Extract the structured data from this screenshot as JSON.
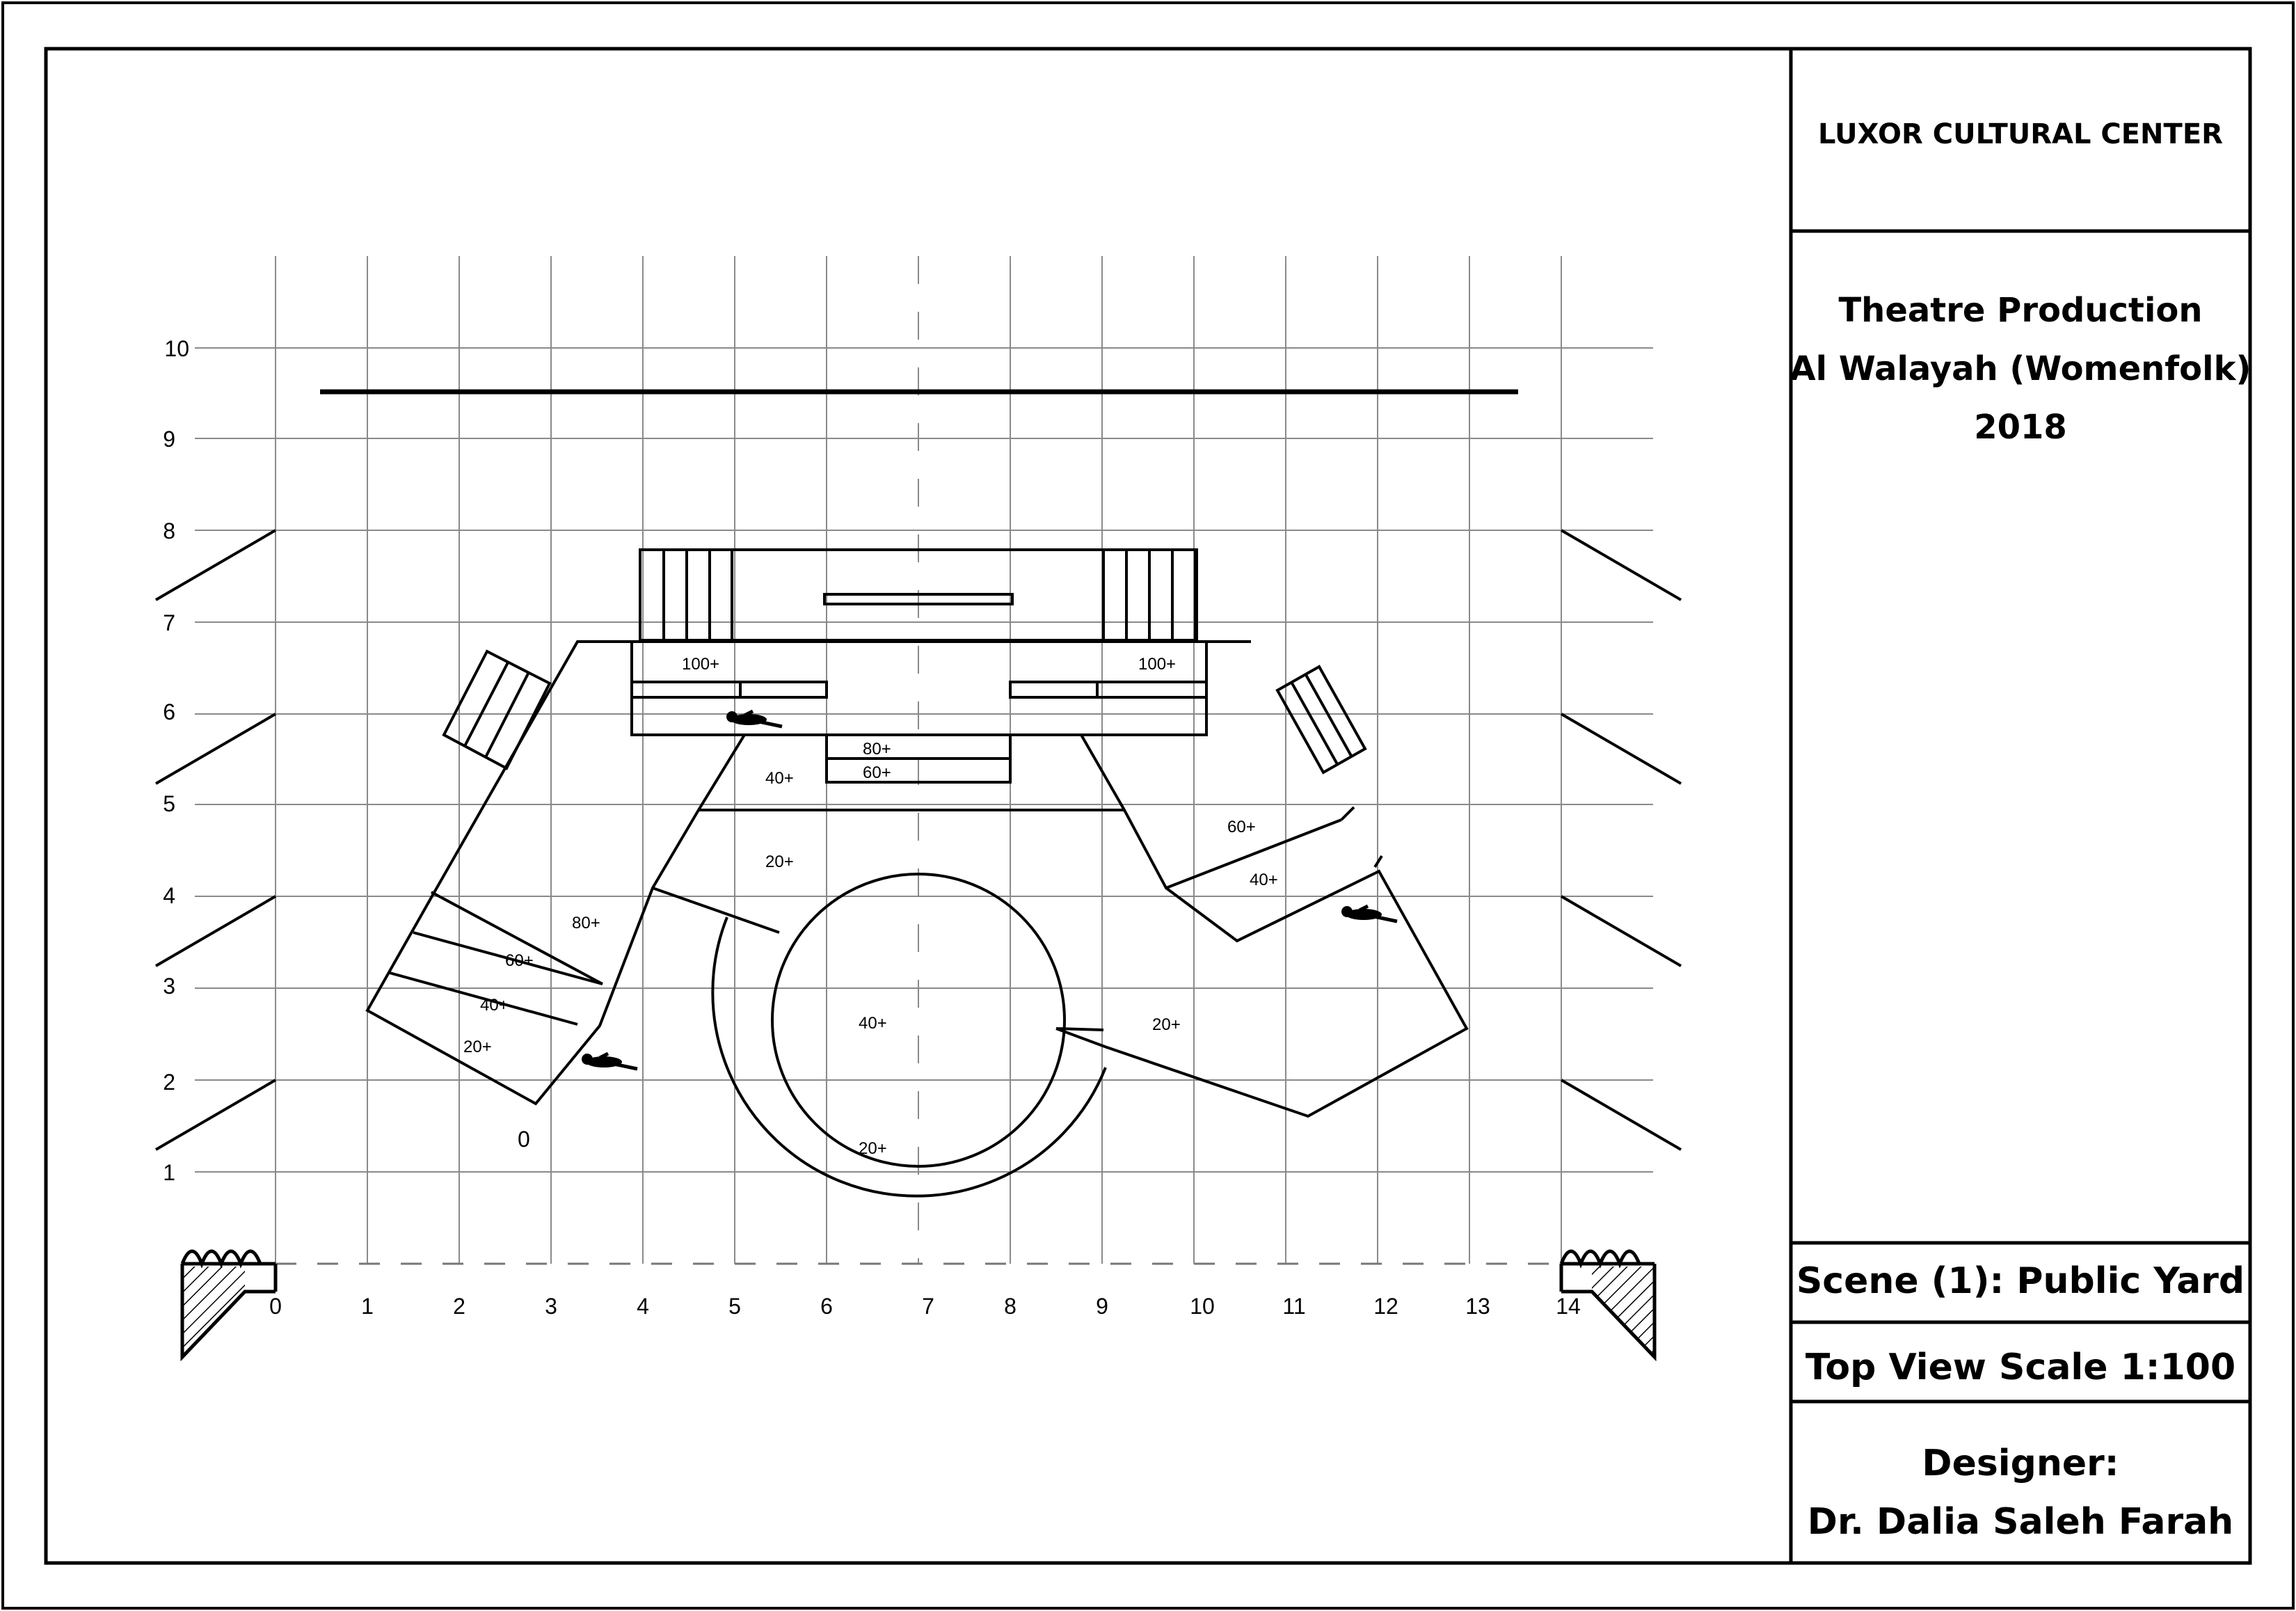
{
  "title_block": {
    "venue": "LUXOR CULTURAL CENTER",
    "production_line1": "Theatre Production",
    "production_line2": "Al Walayah (Womenfolk)",
    "year": "2018",
    "scene": "Scene (1): Public Yard",
    "view_scale": "Top View Scale 1:100",
    "designer_heading": "Designer:",
    "designer_name": "Dr. Dalia Saleh Farah"
  },
  "plan": {
    "x_labels": [
      "0",
      "1",
      "2",
      "3",
      "4",
      "5",
      "6",
      "7",
      "8",
      "9",
      "10",
      "11",
      "12",
      "13",
      "14"
    ],
    "y_labels": [
      "1",
      "2",
      "3",
      "4",
      "5",
      "6",
      "7",
      "8",
      "9",
      "10"
    ],
    "origin_label": "0",
    "elevations": {
      "left_100": "100+",
      "right_100": "100+",
      "center_80": "80+",
      "center_60": "60+",
      "center_40": "40+",
      "mid_20": "20+",
      "left_80": "80+",
      "left_60": "60+",
      "left_40": "40+",
      "left_20": "20+",
      "right_60": "60+",
      "right_40": "40+",
      "right_20": "20+",
      "circle_40": "40+",
      "circle_20": "20+"
    }
  },
  "colors": {
    "ink": "#000000",
    "grid": "#8a8a8a",
    "paper": "#ffffff"
  }
}
